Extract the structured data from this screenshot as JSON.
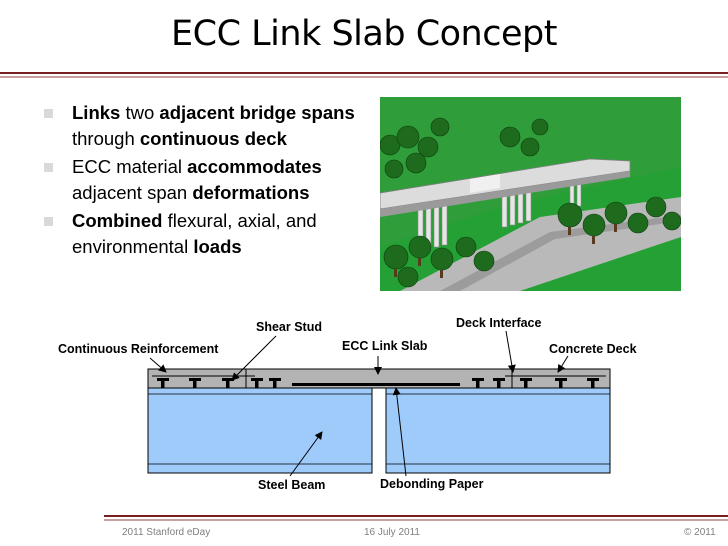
{
  "slide": {
    "title": "ECC Link Slab Concept"
  },
  "bullets": [
    {
      "runs": [
        {
          "text": "Links",
          "bold": true
        },
        {
          "text": " two ",
          "bold": false
        },
        {
          "text": "adjacent bridge spans",
          "bold": true
        },
        {
          "text": " through ",
          "bold": false
        },
        {
          "text": "continuous deck",
          "bold": true
        }
      ]
    },
    {
      "runs": [
        {
          "text": "ECC material ",
          "bold": false
        },
        {
          "text": "accommodates",
          "bold": true
        },
        {
          "text": " adjacent span ",
          "bold": false
        },
        {
          "text": "deformations",
          "bold": true
        }
      ]
    },
    {
      "runs": [
        {
          "text": "Combined",
          "bold": true
        },
        {
          "text": " flexural, axial, and environmental ",
          "bold": false
        },
        {
          "text": "loads",
          "bold": true
        }
      ]
    }
  ],
  "diagram": {
    "labels": {
      "shear_stud": "Shear Stud",
      "deck_interface": "Deck Interface",
      "continuous_reinforcement": "Continuous Reinforcement",
      "ecc_link_slab": "ECC Link Slab",
      "concrete_deck": "Concrete Deck",
      "steel_beam": "Steel Beam",
      "debonding_paper": "Debonding Paper"
    },
    "colors": {
      "beam_fill": "#9fcbfb",
      "deck_fill": "#b3b3b3",
      "outline": "#000000"
    }
  },
  "footer": {
    "left": "2011 Stanford eDay",
    "center": "16 July 2011",
    "right": "© 2011"
  }
}
